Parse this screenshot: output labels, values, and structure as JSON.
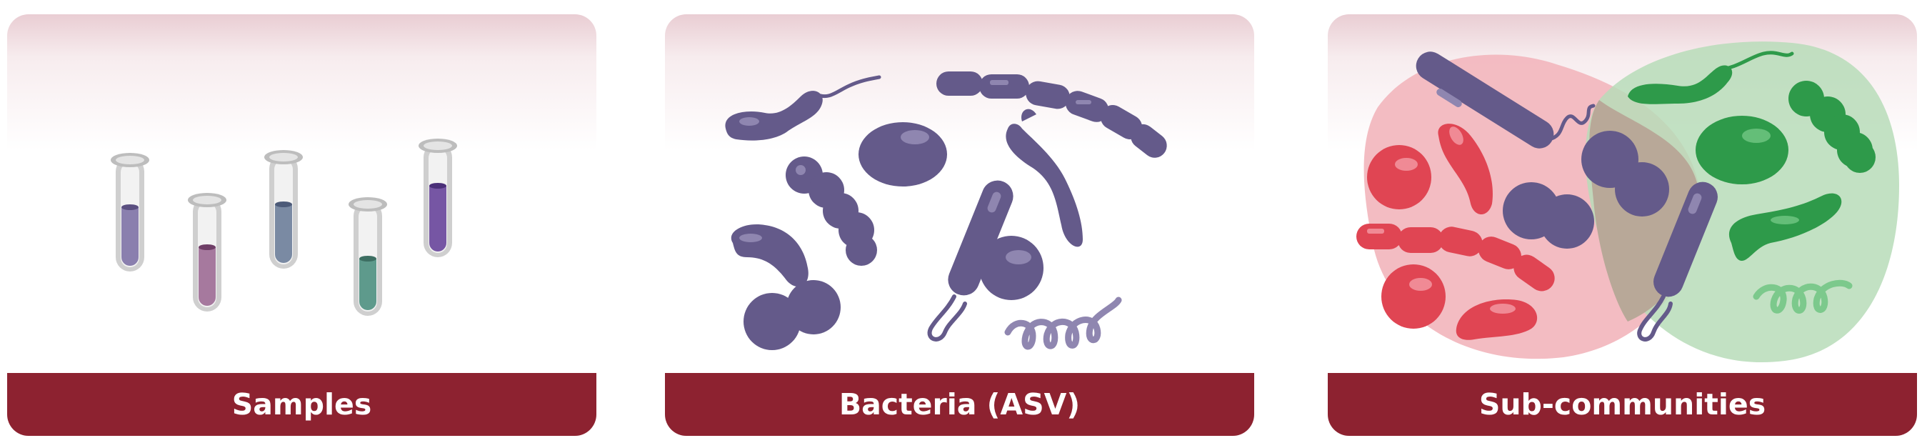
{
  "panels": [
    {
      "label": "Samples"
    },
    {
      "label": "Bacteria (ASV)"
    },
    {
      "label": "Sub-communities"
    }
  ],
  "colors": {
    "footer": "#8d2230",
    "bacteria": "#645a8a",
    "community_red": "#e04553",
    "community_green": "#2e9a4a",
    "tube_glass": "#c9c9c9",
    "sample_liquids": [
      "#8a7fae",
      "#a6799e",
      "#7a8aa3",
      "#5e9a8c",
      "#7656a4"
    ]
  },
  "icons": [
    "test-tube-icon",
    "bacteria-icon",
    "venn-community-icon"
  ]
}
